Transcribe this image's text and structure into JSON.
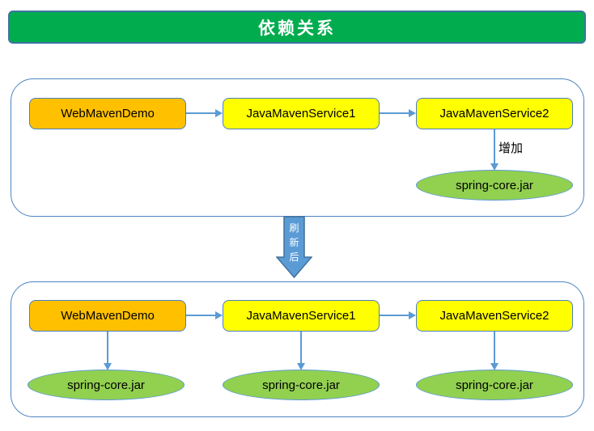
{
  "title": "依赖关系",
  "colors": {
    "title_bar_green": "#00AC4E",
    "title_bar_border": "#4173A3",
    "node_orange": "#FFC000",
    "node_yellow": "#FFFF00",
    "jar_green": "#92D050",
    "connector_blue": "#5B9BD5",
    "shape_border_blue": "#4A7FC1",
    "panel_border_blue": "#4d85c0",
    "refresh_arrow_fill": "#5B9BD5",
    "refresh_arrow_border": "#41719C"
  },
  "before_panel": {
    "nodes": [
      {
        "label": "WebMavenDemo"
      },
      {
        "label": "JavaMavenService1"
      },
      {
        "label": "JavaMavenService2"
      }
    ],
    "add_arrow_label": "增加",
    "jar_label": "spring-core.jar"
  },
  "refresh_arrow": {
    "label": "刷新后",
    "chars": [
      "刷",
      "新",
      "后"
    ]
  },
  "after_panel": {
    "nodes": [
      {
        "label": "WebMavenDemo"
      },
      {
        "label": "JavaMavenService1"
      },
      {
        "label": "JavaMavenService2"
      }
    ],
    "jar_labels": [
      "spring-core.jar",
      "spring-core.jar",
      "spring-core.jar"
    ]
  }
}
